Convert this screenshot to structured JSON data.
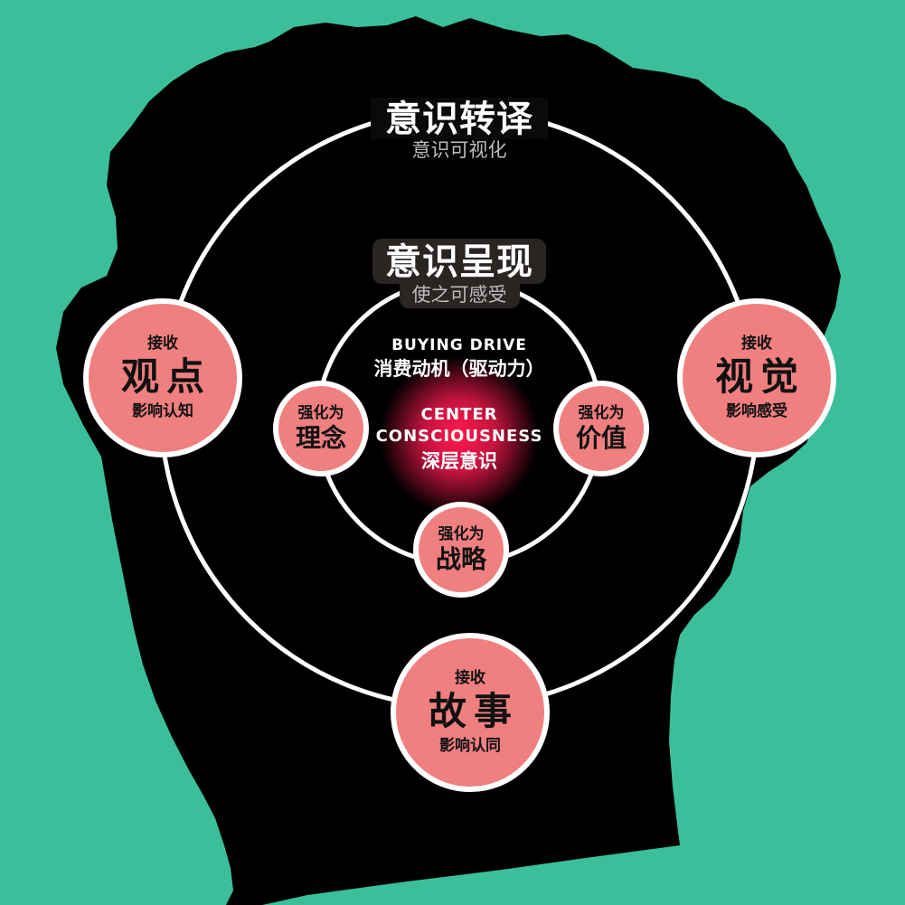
{
  "colors": {
    "background": "#3bbf9a",
    "silhouette": "#000000",
    "ring": "#ffffff",
    "node_fill": "#f07f7f",
    "center_glow": "#e8174a"
  },
  "outer_ring": {
    "title": "意识转译",
    "subtitle": "意识可视化"
  },
  "inner_ring": {
    "title": "意识呈现",
    "subtitle": "使之可感受"
  },
  "outer_nodes": {
    "left": {
      "top": "接收",
      "main": "观点",
      "bottom": "影响认知"
    },
    "right": {
      "top": "接收",
      "main": "视觉",
      "bottom": "影响感受"
    },
    "bottom": {
      "top": "接收",
      "main": "故事",
      "bottom": "影响认同"
    }
  },
  "inner_nodes": {
    "left": {
      "top": "强化为",
      "main": "理念"
    },
    "right": {
      "top": "强化为",
      "main": "价值"
    },
    "bottom": {
      "top": "强化为",
      "main": "战略"
    }
  },
  "center": {
    "drive_en": "BUYING DRIVE",
    "drive_cn": "消费动机（驱动力）",
    "core_en_1": "CENTER",
    "core_en_2": "CONSCIOUSNESS",
    "core_cn": "深层意识"
  }
}
